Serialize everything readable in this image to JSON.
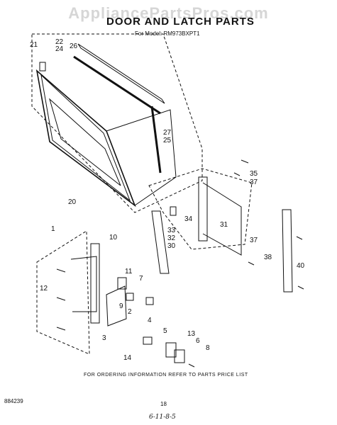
{
  "watermark": "AppliancePartsPros.com",
  "title": "DOOR AND LATCH PARTS",
  "model": "For Model: RM973BXPT1",
  "callouts": {
    "c21": "21",
    "c22": "22",
    "c24": "24",
    "c26": "26",
    "c27": "27",
    "c25": "25",
    "c20": "20",
    "c35": "35",
    "c37a": "37",
    "c33": "33",
    "c34": "34",
    "c32": "32",
    "c31": "31",
    "c30": "30",
    "c37b": "37",
    "c38": "38",
    "c40": "40",
    "c1": "1",
    "c10": "10",
    "c11": "11",
    "c7": "7",
    "c12": "12",
    "c9": "9",
    "c2": "2",
    "c4": "4",
    "c3": "3",
    "c5": "5",
    "c13": "13",
    "c6": "6",
    "c8": "8",
    "c14": "14"
  },
  "footer": "FOR ORDERING INFORMATION REFER TO PARTS PRICE LIST",
  "diagram_code": "884239",
  "page_number": "18",
  "handwritten": "6-11-8-5"
}
